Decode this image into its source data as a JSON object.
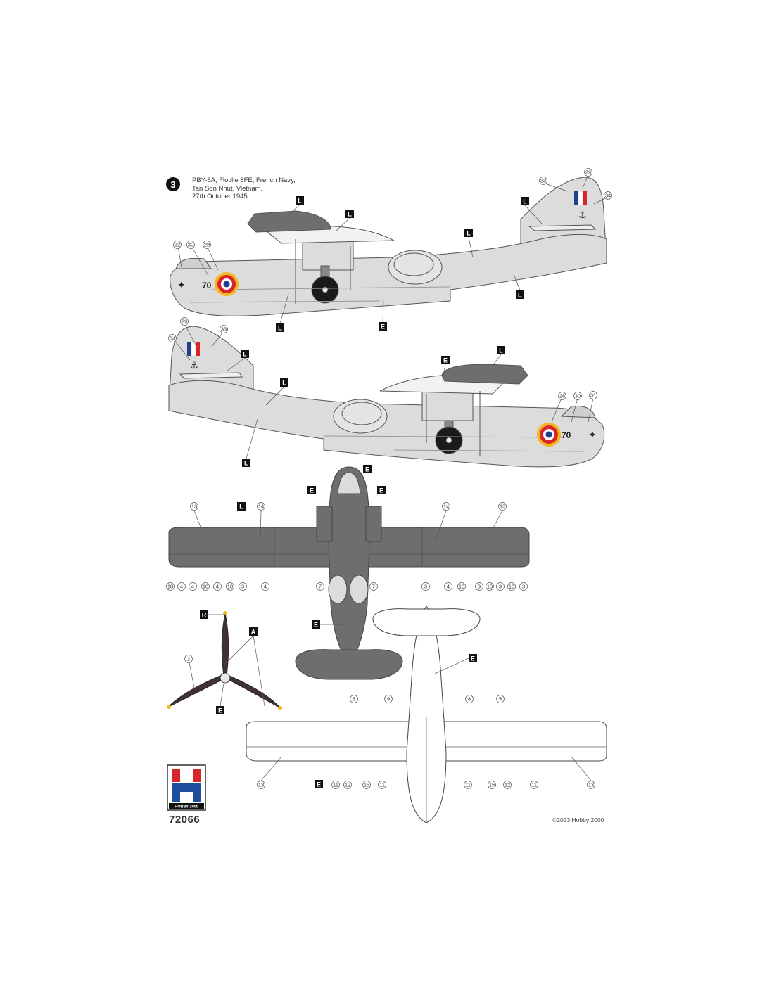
{
  "profile": {
    "number": "3",
    "caption_lines": [
      "PBY-5A, Flotille 8FE, French Navy,",
      "Tan Son Nhut, Vietnam,",
      "27th October 1945"
    ]
  },
  "paint_codes": {
    "L": "L",
    "E": "E",
    "R": "R",
    "A": "A"
  },
  "callouts": {
    "c2": "2",
    "c3": "3",
    "c4": "4",
    "c5": "5",
    "c7": "7",
    "c8": "8",
    "c9": "9",
    "c10": "10",
    "c11": "11",
    "c12": "12",
    "c13": "13",
    "c14": "14",
    "c15": "15",
    "c28": "28",
    "c29": "29",
    "c30": "30",
    "c31": "31",
    "c32": "32",
    "c33": "33",
    "c34": "34"
  },
  "aircraft_code": "70",
  "kit_number": "72066",
  "logo_text": "HOBBY 2000",
  "copyright": "©2023 Hobby 2000",
  "colors": {
    "dark_grey": "#6e6e6e",
    "light_grey": "#dcdcdc",
    "white": "#ffffff",
    "roundel_blue": "#1f3f8f",
    "roundel_red": "#d8262c",
    "roundel_yellow": "#f2b81d",
    "prop_brown": "#3f3232",
    "logo_red": "#d7262b",
    "logo_blue": "#1d4f9c"
  }
}
